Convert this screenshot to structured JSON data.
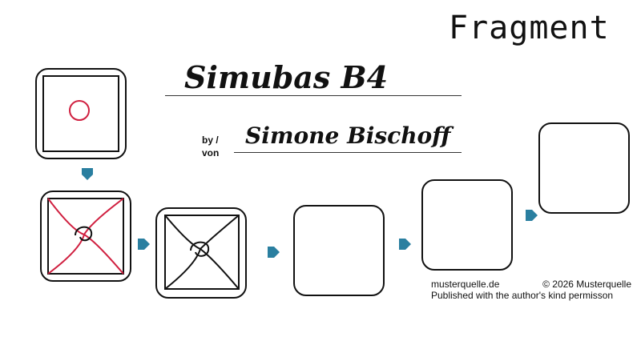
{
  "label": "Fragment",
  "title": "Simubas B4",
  "by_label_line1": "by /",
  "by_label_line2": "von",
  "author": "Simone Bischoff",
  "footer": {
    "site": "musterquelle.de",
    "copyright": "© 2026 Musterquelle",
    "permission": "Published with the author's kind permisson"
  },
  "colors": {
    "ink": "#111111",
    "accent_red": "#d02040",
    "arrow_blue": "#2a7fa0"
  }
}
